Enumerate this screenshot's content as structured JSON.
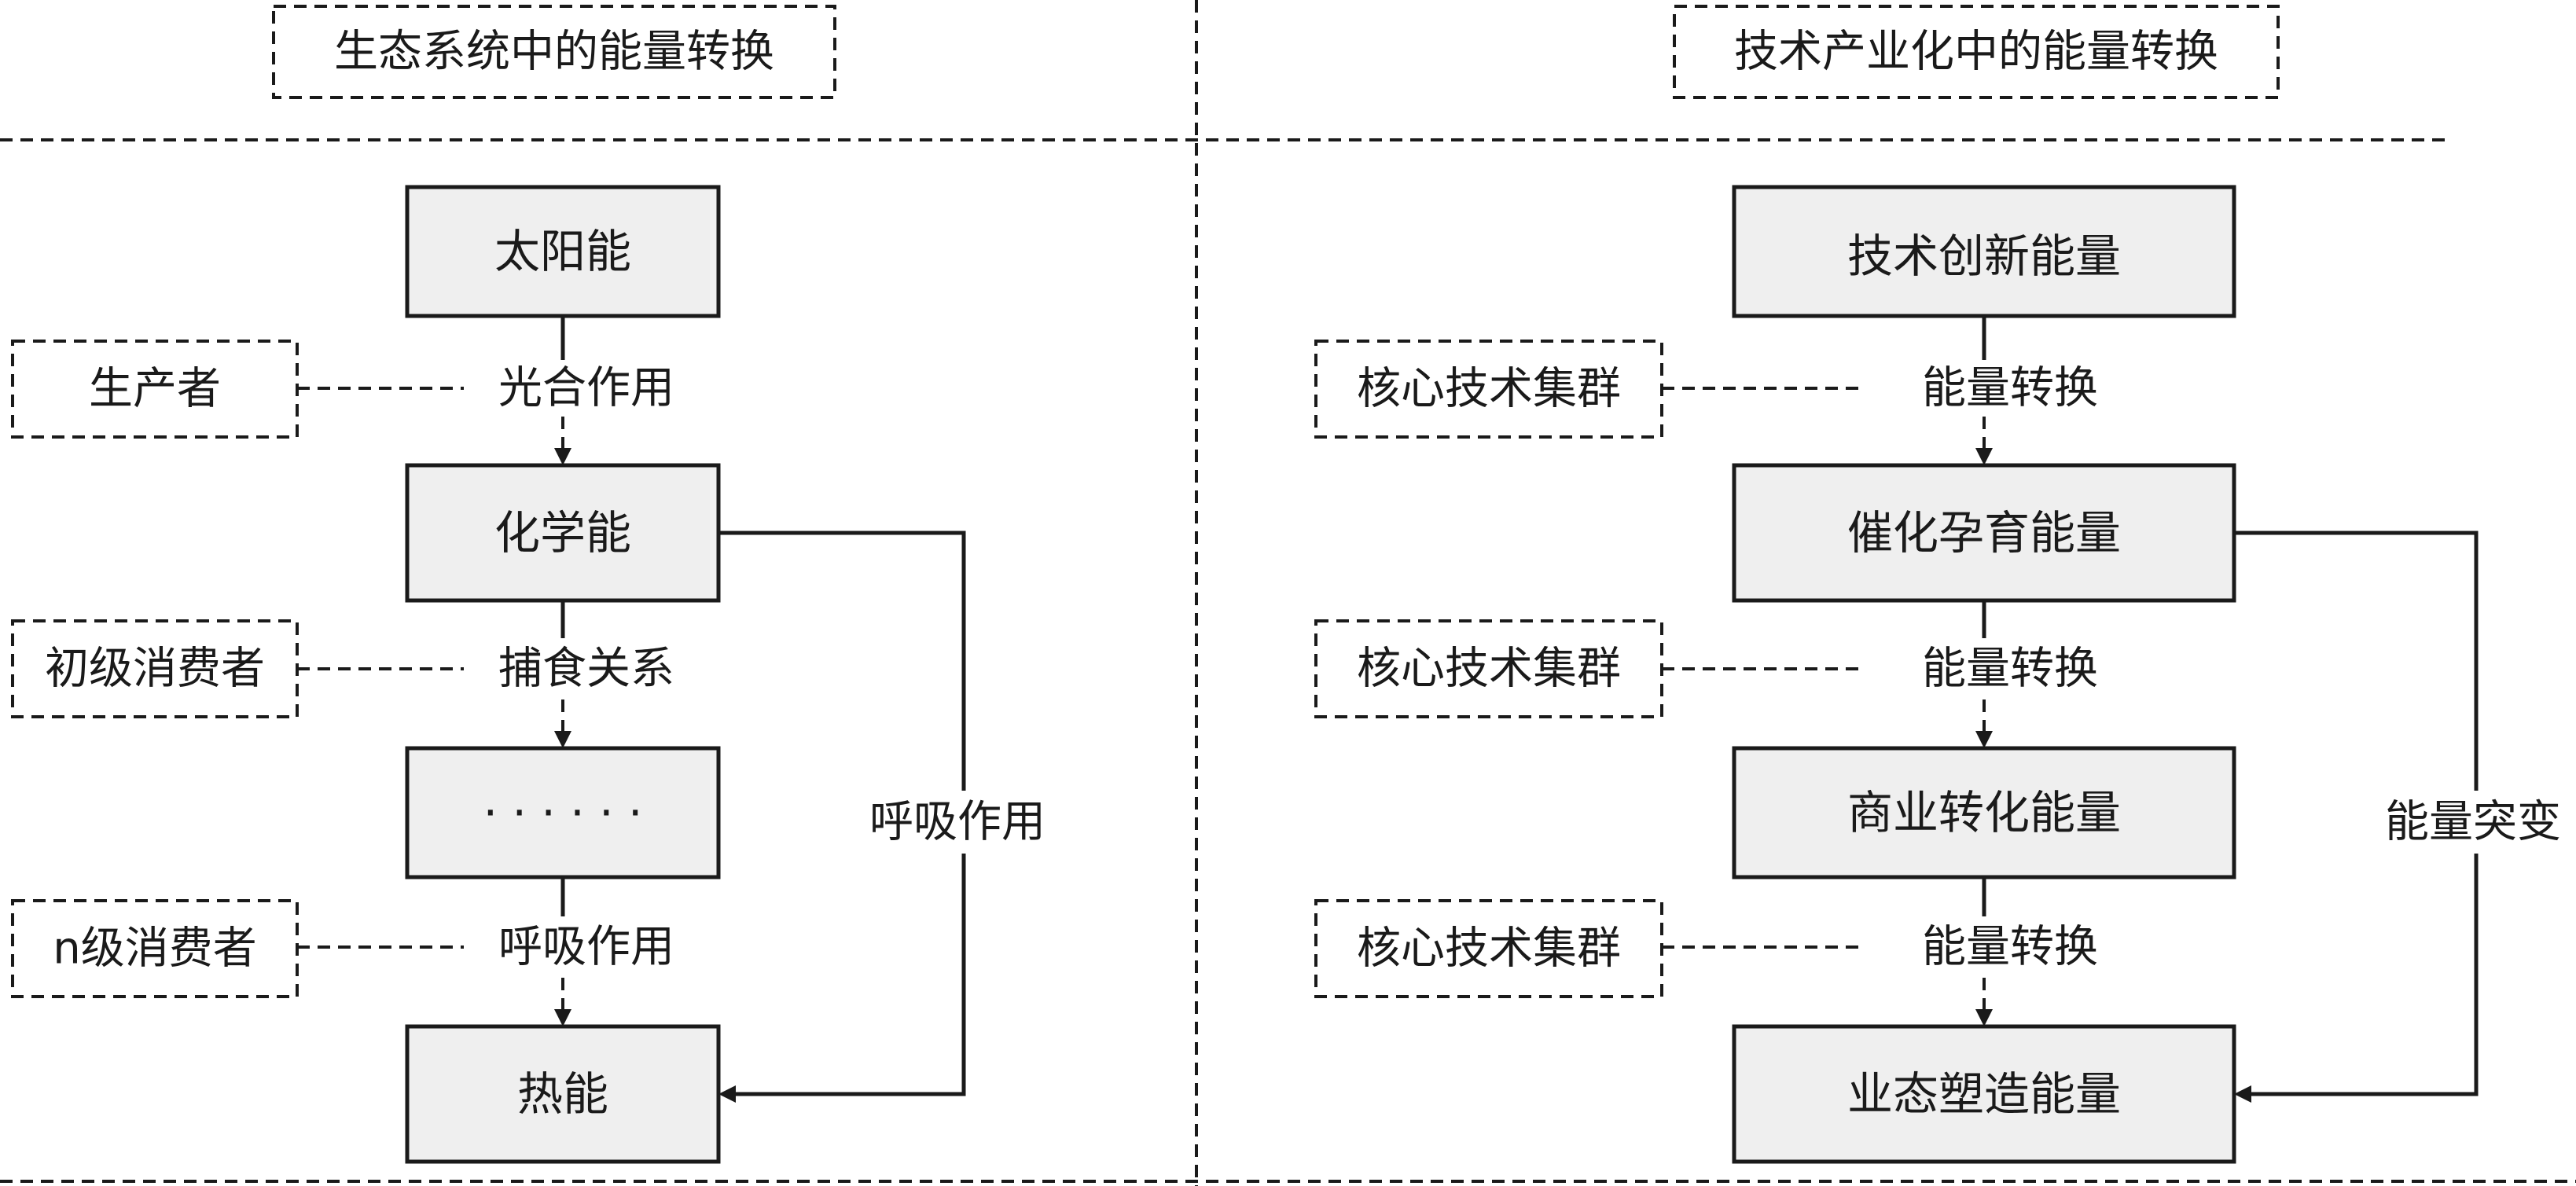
{
  "left_panel": {
    "title": "生态系统中的能量转换",
    "boxes": [
      "太阳能",
      "化学能",
      "· · · · · ·",
      "热能"
    ],
    "edge_labels": [
      "光合作用",
      "捕食关系",
      "呼吸作用"
    ],
    "side_notes": [
      "生产者",
      "初级消费者",
      "n级消费者"
    ],
    "bypass_label": "呼吸作用"
  },
  "right_panel": {
    "title": "技术产业化中的能量转换",
    "boxes": [
      "技术创新能量",
      "催化孕育能量",
      "商业转化能量",
      "业态塑造能量"
    ],
    "edge_labels": [
      "能量转换",
      "能量转换",
      "能量转换"
    ],
    "side_notes": [
      "核心技术集群",
      "核心技术集群",
      "核心技术集群"
    ],
    "bypass_label": "能量突变"
  }
}
